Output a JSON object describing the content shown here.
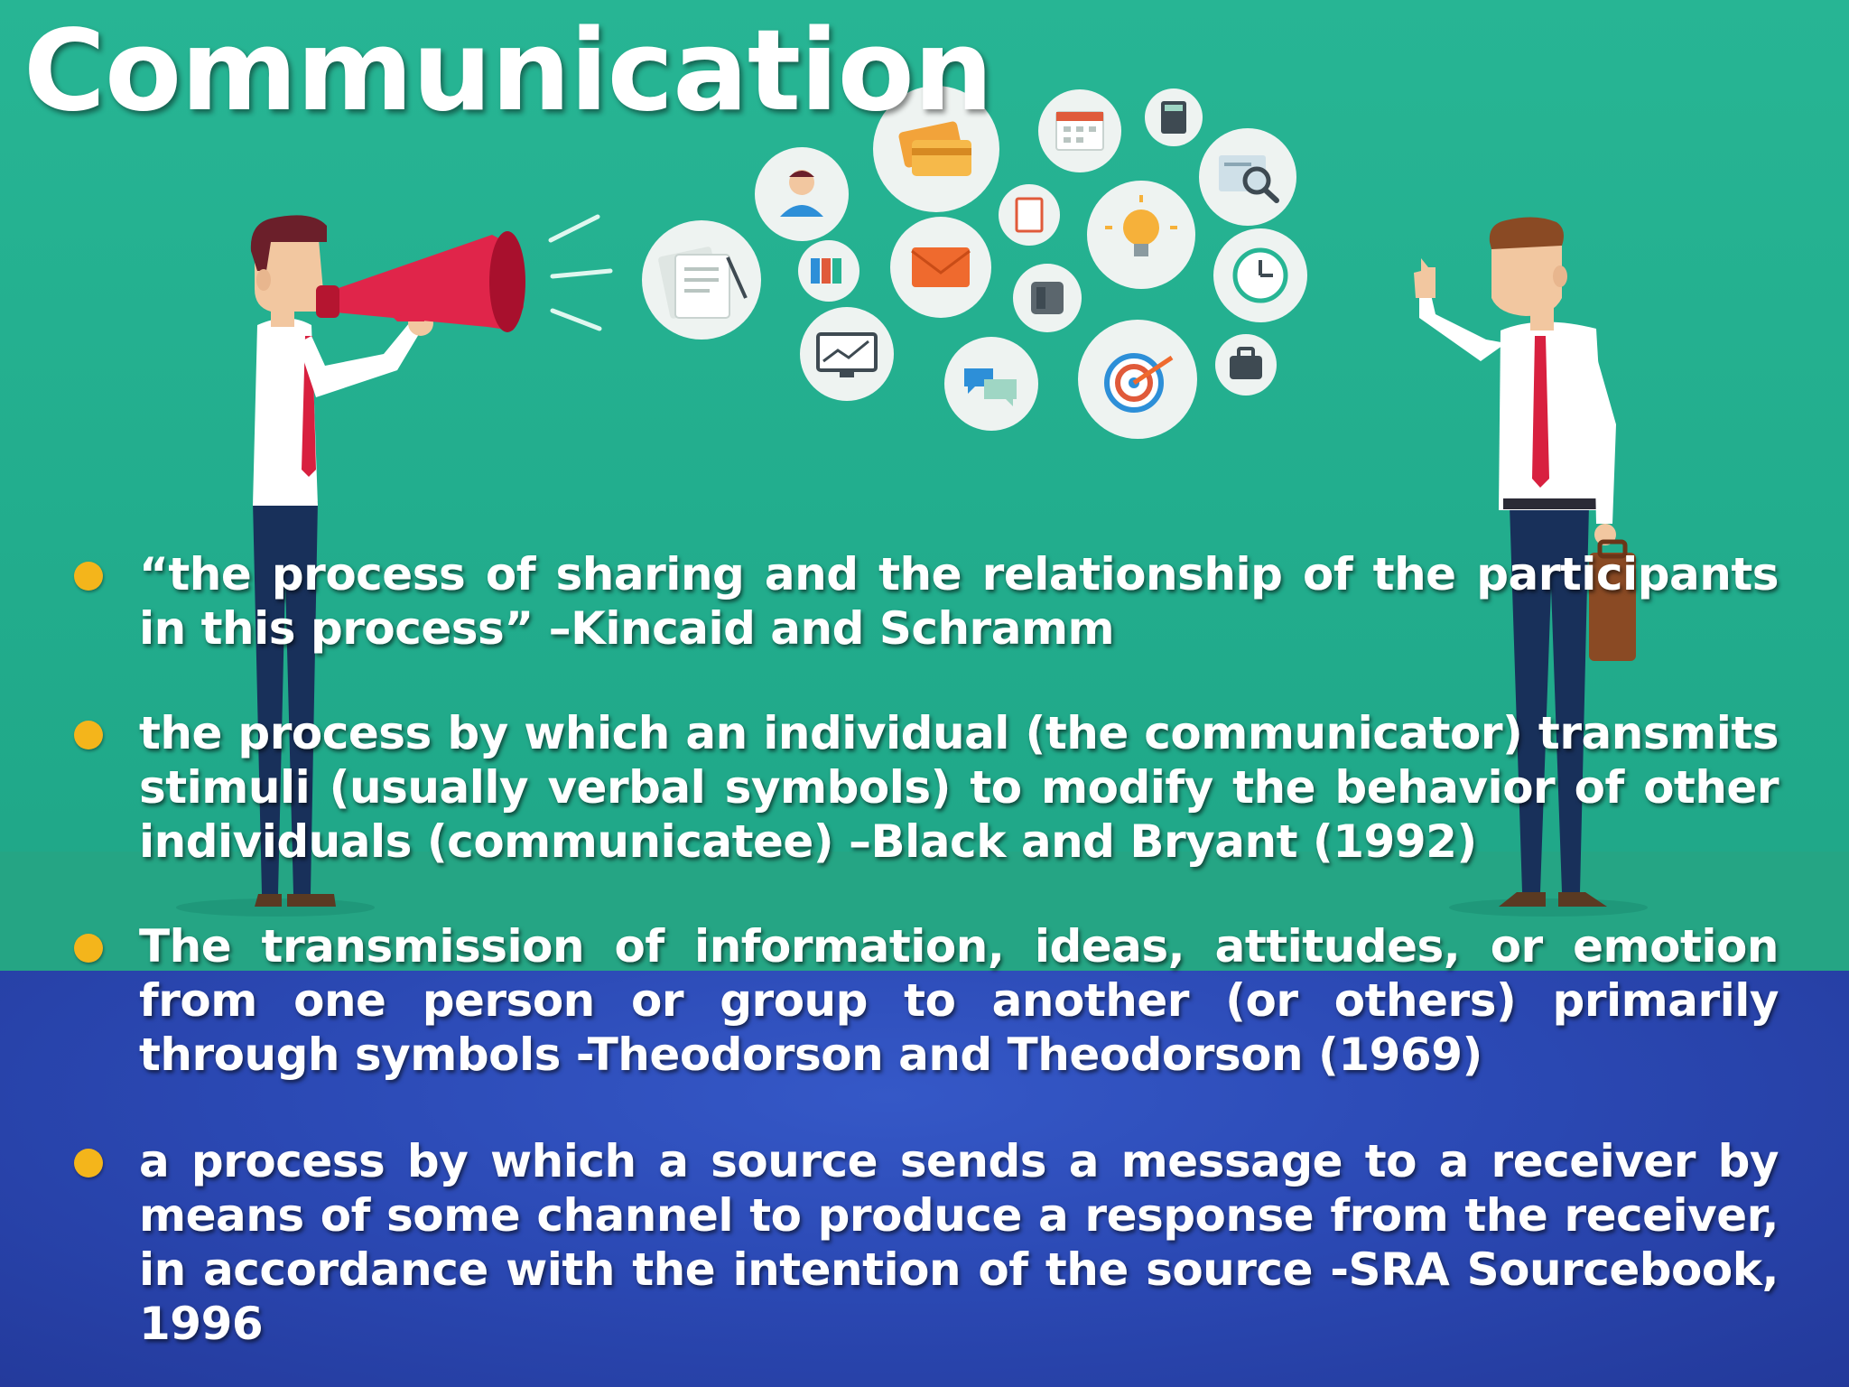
{
  "slide": {
    "title": "Communication",
    "colors": {
      "top_background": "#24b190",
      "bottom_background": "#2b49b4",
      "bullet_dot": "#f4b51b",
      "text": "#ffffff",
      "megaphone": "#e0254a"
    },
    "illustration_icons": [
      "person-icon",
      "credit-card-icon",
      "calendar-icon",
      "calculator-icon",
      "documents-icon",
      "folders-icon",
      "envelope-icon",
      "note-icon",
      "lightbulb-icon",
      "search-icon",
      "phone-icon",
      "clock-icon",
      "chart-monitor-icon",
      "chat-bubbles-icon",
      "target-icon",
      "briefcase-icon"
    ],
    "bullets": [
      {
        "text": "“the process of sharing and the relationship of the participants in this process” –Kincaid and Schramm"
      },
      {
        "text": "the process by which an individual (the communicator) transmits stimuli (usually verbal symbols) to modify the behavior of other individuals (communicatee) –Black and Bryant (1992)"
      },
      {
        "text": "The transmission of information, ideas, attitudes, or emotion from one person or group to another (or others) primarily through symbols -Theodorson and Theodorson (1969)"
      },
      {
        "text": "a process by which a source sends a message to a receiver by means of some channel to produce a response from the receiver, in accordance with the intention of the source -SRA Sourcebook, 1996"
      }
    ]
  }
}
